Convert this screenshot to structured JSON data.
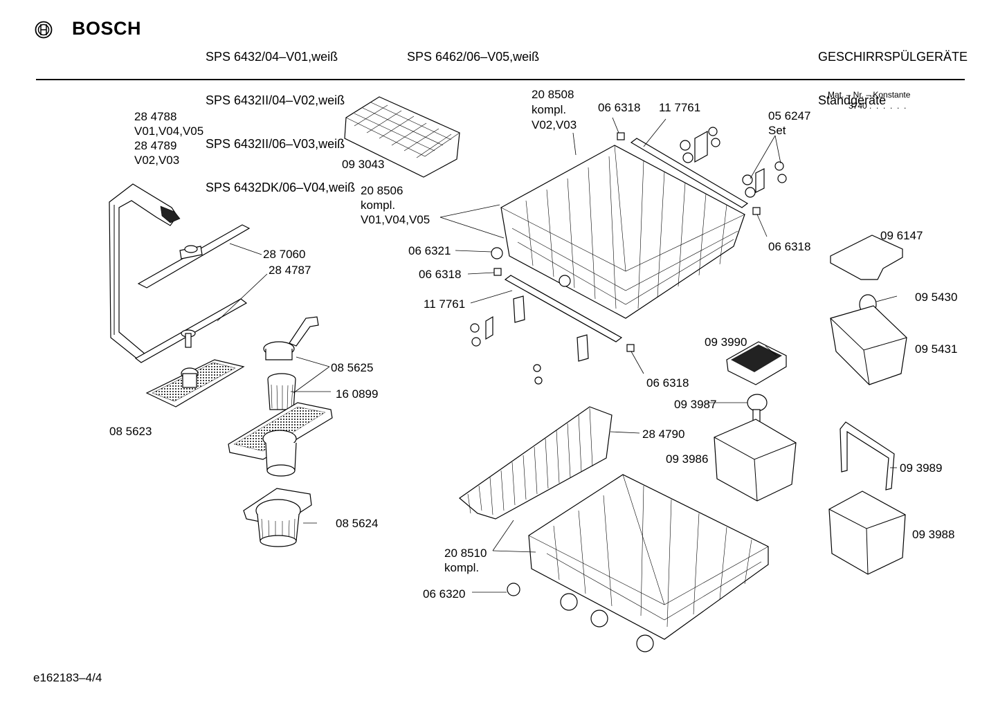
{
  "header": {
    "brand": "BOSCH",
    "models_col1": [
      "SPS 6432/04–V01,weiß",
      "SPS 6432II/04–V02,weiß",
      "SPS 6432II/06–V03,weiß",
      "SPS 6432DK/06–V04,weiß"
    ],
    "models_col2": [
      "SPS 6462/06–V05,weiß"
    ],
    "category": "GESCHIRRSPÜLGERÄTE",
    "subcategory": "Standgeräte"
  },
  "mat_nr": {
    "label": "Mat. – Nr. – Konstante",
    "value": "3740 .  .  .  .  .  ."
  },
  "labels": {
    "p284788": "28 4788",
    "p284788_var": "V01,V04,V05",
    "p284789": "28 4789",
    "p284789_var": "V02,V03",
    "p287060": "28 7060",
    "p284787": "28 4787",
    "p093043": "09 3043",
    "p208508": "20 8508",
    "p208508_kompl": "kompl.",
    "p208508_var": "V02,V03",
    "p066318_a": "06 6318",
    "p117761_a": "11 7761",
    "p056247": "05 6247",
    "p056247_set": "Set",
    "p208506": "20 8506",
    "p208506_kompl": "kompl.",
    "p208506_var": "V01,V04,V05",
    "p066321": "06 6321",
    "p066318_b": "06 6318",
    "p066318_c": "06 6318",
    "p117761_b": "11 7761",
    "p066318_d": "06 6318",
    "p096147": "09 6147",
    "p095430": "09 5430",
    "p095431": "09 5431",
    "p085625": "08 5625",
    "p160899": "16 0899",
    "p085623": "08 5623",
    "p085624": "08 5624",
    "p093990": "09 3990",
    "p093987": "09 3987",
    "p093986": "09 3986",
    "p284790": "28 4790",
    "p093989": "09 3989",
    "p093988": "09 3988",
    "p208510": "20 8510",
    "p208510_kompl": "kompl.",
    "p066320": "06 6320"
  },
  "footer": {
    "doc_id": "e162183–4/4"
  }
}
